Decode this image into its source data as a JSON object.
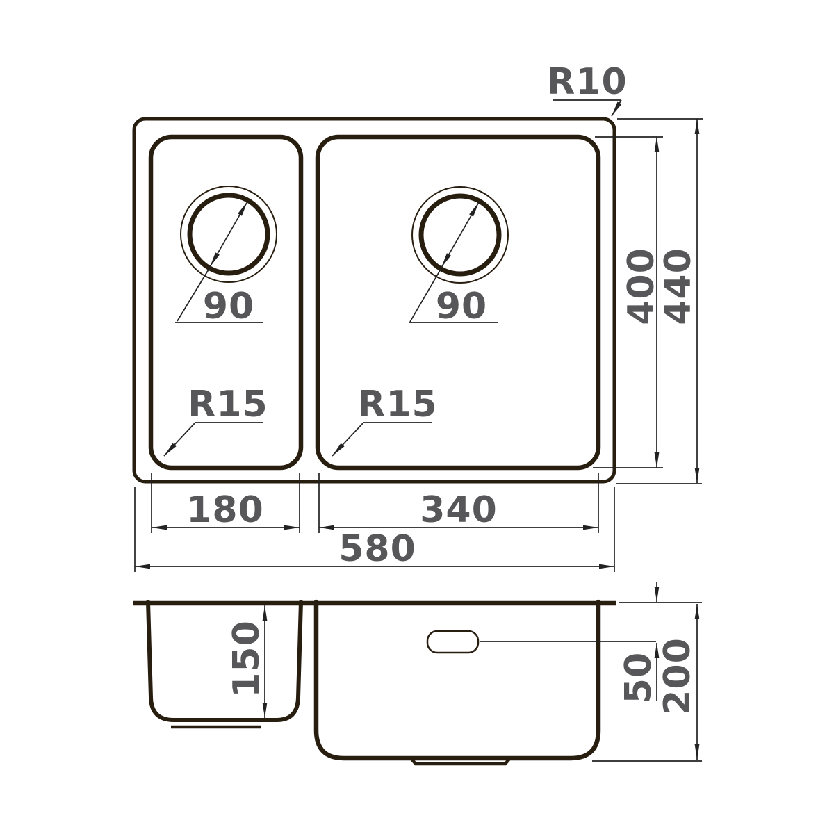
{
  "drawing": {
    "subject": "double-bowl sink dimensional drawing",
    "views": {
      "top_view": "plan view",
      "section_view": "front section view"
    }
  },
  "colors": {
    "background": "#ffffff",
    "outline": "#281e10",
    "dimension_line": "#222222",
    "dimension_text": "#57575a"
  },
  "top_view": {
    "corner_radius_outer": "R10",
    "corner_radius_left_bowl": "R15",
    "corner_radius_right_bowl": "R15",
    "drain_diameter_left": "90",
    "drain_diameter_right": "90",
    "left_bowl_width": "180",
    "right_bowl_width": "340",
    "overall_width": "580",
    "inner_length": "400",
    "overall_length": "440"
  },
  "section_view": {
    "left_bowl_depth": "150",
    "overflow_offset": "50",
    "right_bowl_depth": "200"
  }
}
